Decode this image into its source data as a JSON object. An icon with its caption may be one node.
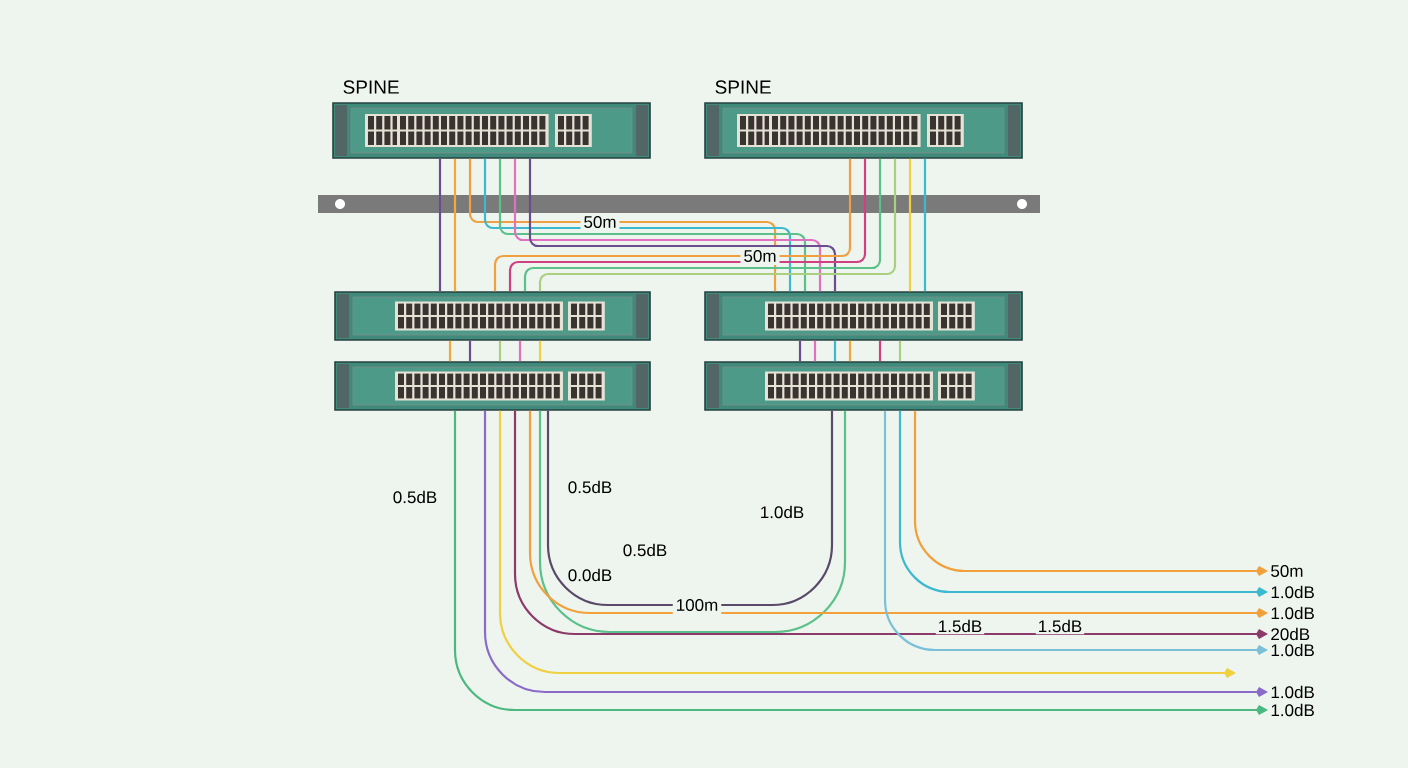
{
  "diagram": {
    "nodes": [
      {
        "text": [
          "SPINE"
        ]
      },
      {
        "text": [
          "SPINE"
        ]
      },
      {
        "text": [],
        "shape": "box"
      },
      {
        "text": [],
        "shape": "box"
      },
      {
        "text": [],
        "shape": "box"
      },
      {
        "text": [],
        "shape": "box"
      },
      {
        "text": [
          "50m"
        ]
      },
      {
        "text": [
          "1.0dB"
        ]
      },
      {
        "text": [
          "1.0dB"
        ]
      },
      {
        "text": [
          "20dB"
        ]
      },
      {
        "text": [
          "1.0dB"
        ]
      },
      {
        "text": [
          "1.0dB"
        ]
      },
      {
        "text": [
          "1.0dB"
        ]
      }
    ],
    "edges": [
      {
        "from": 0,
        "to": 2,
        "arrow": "none",
        "color": "#6b4c8f"
      },
      {
        "from": 0,
        "to": 2,
        "arrow": "none",
        "color": "#f2a93b"
      },
      {
        "from": 0,
        "to": 3,
        "arrow": "none",
        "color": "#f0a040",
        "label": "50m"
      },
      {
        "from": 0,
        "to": 3,
        "arrow": "none",
        "color": "#3cb8d0"
      },
      {
        "from": 0,
        "to": 3,
        "arrow": "none",
        "color": "#5cc08a"
      },
      {
        "from": 0,
        "to": 3,
        "arrow": "none",
        "color": "#e070c0"
      },
      {
        "from": 0,
        "to": 3,
        "arrow": "none",
        "color": "#6b4c8f"
      },
      {
        "from": 1,
        "to": 2,
        "arrow": "none",
        "color": "#f0a040",
        "label": "50m"
      },
      {
        "from": 1,
        "to": 2,
        "arrow": "none",
        "color": "#d04080"
      },
      {
        "from": 1,
        "to": 2,
        "arrow": "none",
        "color": "#5cc08a"
      },
      {
        "from": 1,
        "to": 2,
        "arrow": "none",
        "color": "#a8d080"
      },
      {
        "from": 1,
        "to": 3,
        "arrow": "none",
        "color": "#f0d040"
      },
      {
        "from": 1,
        "to": 3,
        "arrow": "none",
        "color": "#3cb8d0"
      },
      {
        "from": 2,
        "to": 4,
        "arrow": "none",
        "color": "#f2a93b"
      },
      {
        "from": 2,
        "to": 4,
        "arrow": "none",
        "color": "#6b4c8f"
      },
      {
        "from": 2,
        "to": 4,
        "arrow": "none",
        "color": "#a8d080"
      },
      {
        "from": 2,
        "to": 4,
        "arrow": "none",
        "color": "#e070c0"
      },
      {
        "from": 2,
        "to": 4,
        "arrow": "none",
        "color": "#f0d040"
      },
      {
        "from": 3,
        "to": 5,
        "arrow": "none",
        "color": "#6b4c8f"
      },
      {
        "from": 3,
        "to": 5,
        "arrow": "none",
        "color": "#e070c0"
      },
      {
        "from": 3,
        "to": 5,
        "arrow": "none",
        "color": "#3cb8d0"
      },
      {
        "from": 3,
        "to": 5,
        "arrow": "none",
        "color": "#f2a93b"
      },
      {
        "from": 3,
        "to": 5,
        "arrow": "none",
        "color": "#d04080"
      },
      {
        "from": 3,
        "to": 5,
        "arrow": "none",
        "color": "#a8d080"
      },
      {
        "from": 4,
        "to": 5,
        "arrow": "none",
        "color": "#5a4a6a",
        "label": "100m"
      },
      {
        "from": 4,
        "to": 5,
        "arrow": "none",
        "color": "#5cc08a"
      },
      {
        "from": 5,
        "to": 6,
        "arrow": "to",
        "color": "#f2a03b"
      },
      {
        "from": 5,
        "to": 7,
        "arrow": "to",
        "color": "#3cb8d0"
      },
      {
        "from": 4,
        "to": 8,
        "arrow": "to",
        "color": "#f2a03b"
      },
      {
        "from": 4,
        "to": 9,
        "arrow": "to",
        "color": "#8c3a6a"
      },
      {
        "from": 5,
        "to": 10,
        "arrow": "to",
        "color": "#7cc0d8"
      },
      {
        "from": 4,
        "to": null,
        "arrow": "to",
        "color": "#f0d040"
      },
      {
        "from": 4,
        "to": 11,
        "arrow": "to",
        "color": "#8a6cc8"
      },
      {
        "from": 4,
        "to": 12,
        "arrow": "to",
        "color": "#4cb880"
      }
    ],
    "labels": [
      "0.5dB",
      "0.5dB",
      "1.0dB",
      "0.0dB",
      "0.5dB",
      "1.5dB",
      "1.5dB"
    ]
  }
}
